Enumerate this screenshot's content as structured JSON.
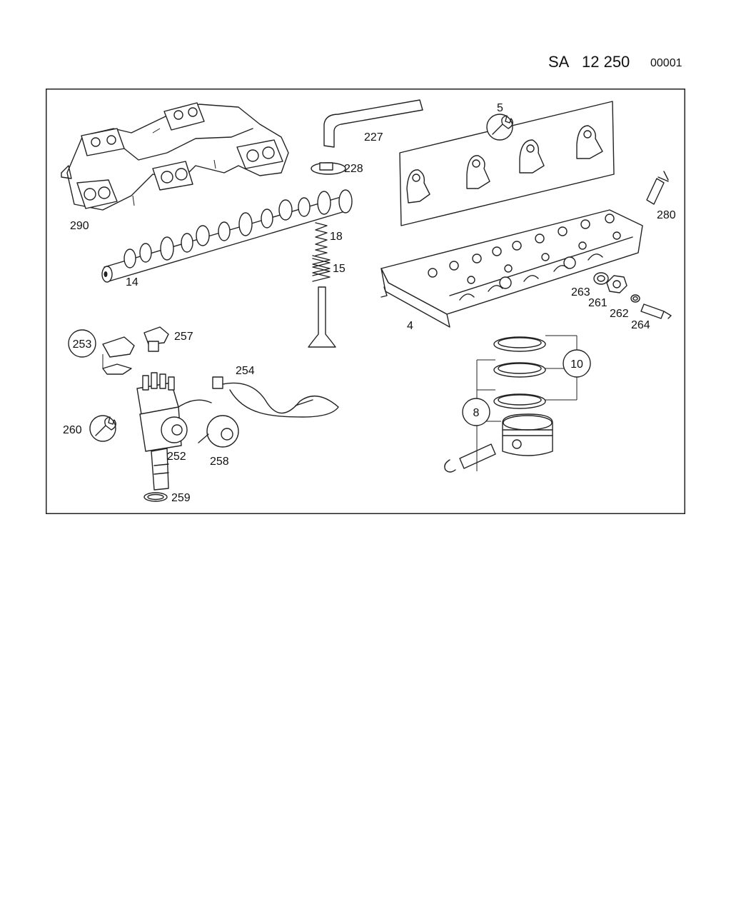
{
  "header": {
    "prefix": "SA",
    "group": "12 250",
    "sheet": "00001"
  },
  "callouts": {
    "p4": "4",
    "p5": "5",
    "p8": "8",
    "p10": "10",
    "p14": "14",
    "p15": "15",
    "p18": "18",
    "p227": "227",
    "p228": "228",
    "p252": "252",
    "p253": "253",
    "p254": "254",
    "p257": "257",
    "p258": "258",
    "p259": "259",
    "p260": "260",
    "p261": "261",
    "p262": "262",
    "p263": "263",
    "p264": "264",
    "p280": "280",
    "p290": "290"
  },
  "icons": {
    "wrench": "wrench-icon"
  }
}
